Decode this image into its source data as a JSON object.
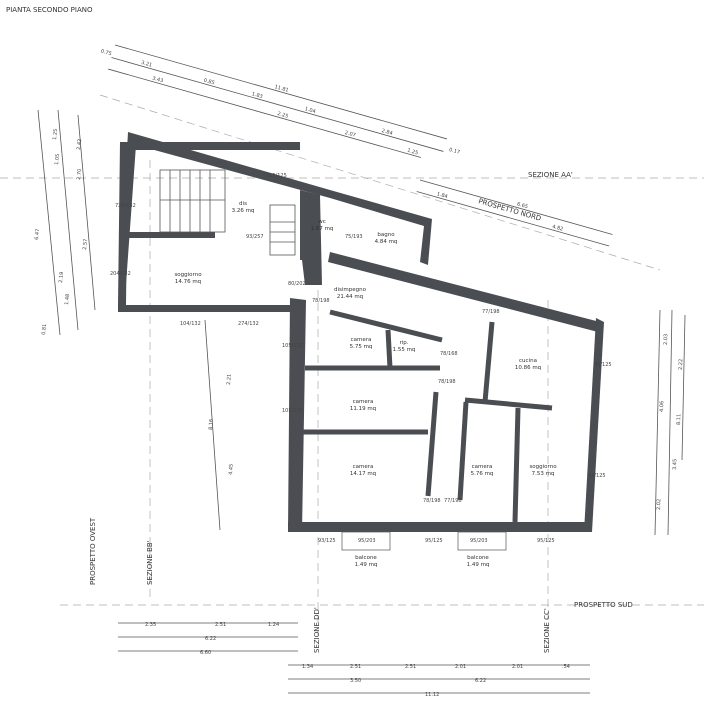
{
  "title": "PIANTA SECONDO PIANO",
  "labels": {
    "sezione_aa": "SEZIONE AA'",
    "prospetto_nord": "PROSPETTO NORD",
    "prospetto_ovest": "PROSPETTO OVEST",
    "sezione_bb": "SEZIONE BB'",
    "sezione_dd": "SEZIONE DD'",
    "sezione_cc": "SEZIONE CC'",
    "prospetto_sud": "PROSPETTO SUD"
  },
  "rooms": [
    {
      "name": "dis",
      "area": "3.26 mq"
    },
    {
      "name": "wc",
      "area": "1.67 mq"
    },
    {
      "name": "bagno",
      "area": "4.84 mq"
    },
    {
      "name": "soggiorno",
      "area": "14.76 mq"
    },
    {
      "name": "disimpegno",
      "area": "21.44 mq"
    },
    {
      "name": "camera",
      "area": "5.75 mq"
    },
    {
      "name": "rip.",
      "area": "1.55 mq"
    },
    {
      "name": "cucina",
      "area": "10.86 mq"
    },
    {
      "name": "camera",
      "area": "11.19 mq"
    },
    {
      "name": "camera",
      "area": "14.17 mq"
    },
    {
      "name": "camera",
      "area": "5.76 mq"
    },
    {
      "name": "soggiorno",
      "area": "7.53 mq"
    },
    {
      "name": "balcone",
      "area": "1.49 mq"
    },
    {
      "name": "balcone",
      "area": "1.49 mq"
    }
  ],
  "dimensions": {
    "top": [
      "0.75",
      "3.21",
      "0.85",
      "11.81",
      "1.83",
      "1.04",
      "2.84",
      "0.17",
      "3.43",
      "2.25",
      "2.07",
      "1.25",
      "1.84",
      "6.65",
      "4.82"
    ],
    "left": [
      "1.25",
      "1.05",
      "2.70",
      "2.42",
      "6.47",
      "2.19",
      "2.57",
      "1.48",
      "0.81"
    ],
    "left_inner": [
      "2.21",
      "8.16",
      "4.45"
    ],
    "right": [
      "2.03",
      "2.22",
      "4.06",
      "8.11",
      "3.45",
      "2.02"
    ],
    "bottom_left": [
      "2.35",
      "2.51",
      "1.24",
      "6.22",
      "6.60"
    ],
    "bottom_right": [
      "1.34",
      "2.51",
      "2.51",
      "2.01",
      "2.01",
      ".54",
      "3.50",
      "6.22",
      "11.12"
    ]
  },
  "openings": [
    "729/132",
    "204/132",
    "115/125",
    "93/257",
    "80/202",
    "75/193",
    "78/198",
    "105/125",
    "105/125",
    "104/132",
    "274/132",
    "77/198",
    "78/168",
    "78/198",
    "78/198",
    "77/198",
    "95/125",
    "93/125",
    "93/125",
    "95/203",
    "95/125",
    "95/203",
    "95/125"
  ]
}
